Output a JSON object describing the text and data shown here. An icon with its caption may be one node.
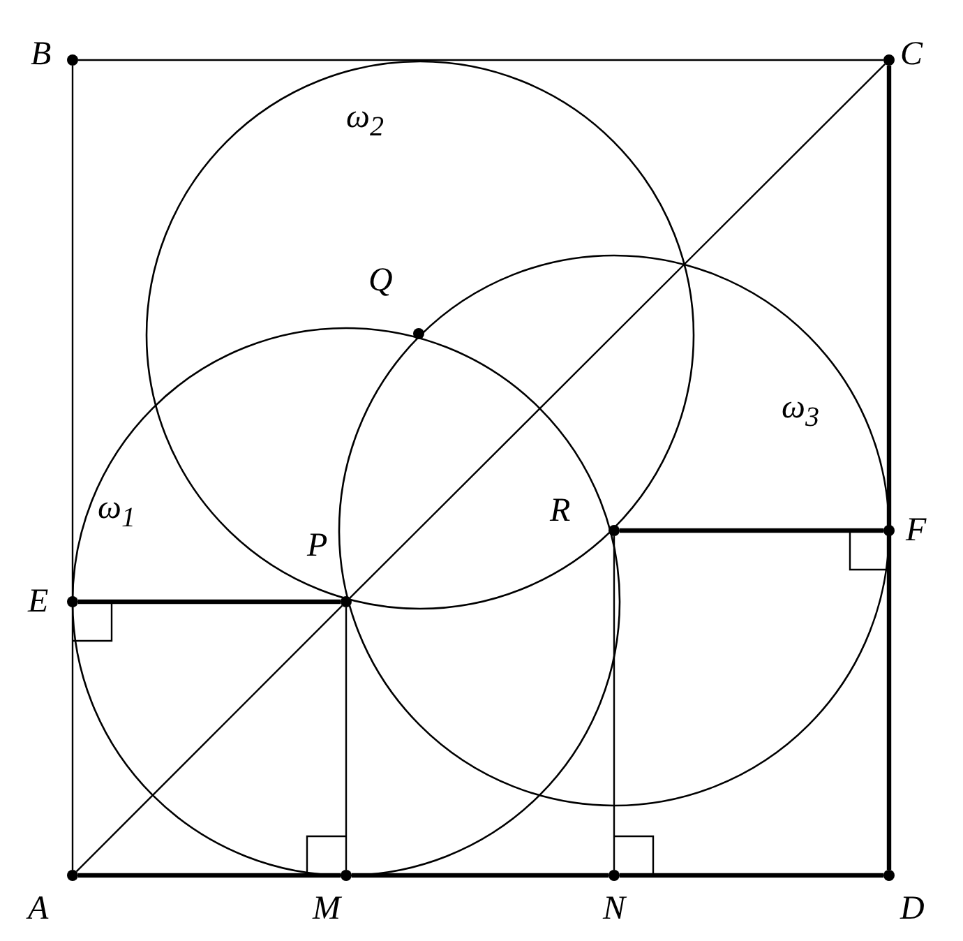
{
  "diagram": {
    "nodes": [
      {
        "text": [
          "B"
        ]
      },
      {
        "text": [
          "C"
        ]
      },
      {
        "text": [
          "Q"
        ]
      },
      {
        "text": [
          "R"
        ]
      },
      {
        "text": [
          "F"
        ]
      },
      {
        "text": [
          "P"
        ]
      },
      {
        "text": [
          "E"
        ]
      },
      {
        "text": [
          "A"
        ]
      },
      {
        "text": [
          "M"
        ]
      },
      {
        "text": [
          "N"
        ]
      },
      {
        "text": [
          "D"
        ]
      }
    ],
    "edges": [
      {
        "from": 0,
        "to": 1,
        "arrow": "none"
      },
      {
        "from": 7,
        "to": 0,
        "arrow": "none"
      },
      {
        "from": 1,
        "to": 10,
        "arrow": "none",
        "style": "thick"
      },
      {
        "from": 7,
        "to": 5,
        "arrow": "none"
      },
      {
        "from": 5,
        "to": 1,
        "arrow": "none"
      },
      {
        "from": 6,
        "to": 5,
        "arrow": "none",
        "style": "thick"
      },
      {
        "from": 3,
        "to": 4,
        "arrow": "none",
        "style": "thick"
      },
      {
        "from": 5,
        "to": 8,
        "arrow": "none"
      },
      {
        "from": 3,
        "to": 9,
        "arrow": "none"
      },
      {
        "from": 7,
        "to": 8,
        "arrow": "none",
        "style": "thick"
      },
      {
        "from": 8,
        "to": 9,
        "arrow": "none",
        "style": "thick"
      },
      {
        "from": 9,
        "to": 10,
        "arrow": "none",
        "style": "thick"
      }
    ],
    "labels": [
      "ω$_{2}$",
      "ω$_{3}$",
      "ω$_{1}$"
    ]
  }
}
